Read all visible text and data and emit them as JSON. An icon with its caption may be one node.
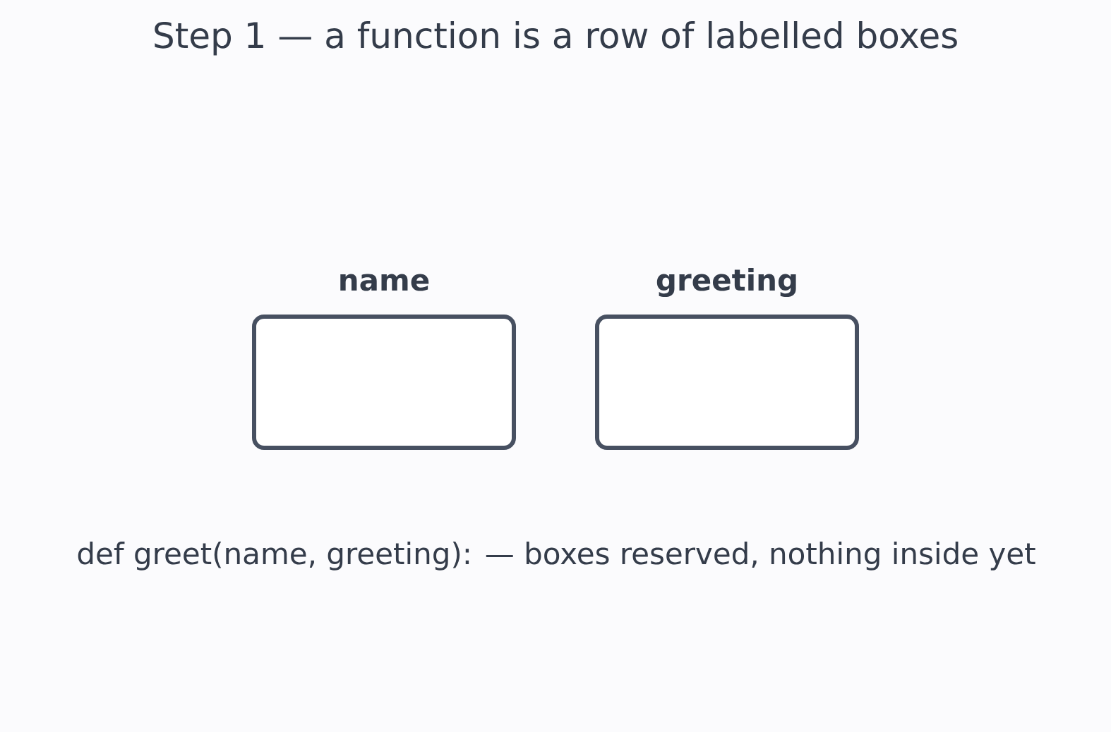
{
  "diagram": {
    "title": "Step 1 — a function is a row of labelled boxes",
    "nodes": [
      {
        "text": [
          "name"
        ]
      },
      {
        "text": [
          "greeting"
        ]
      }
    ],
    "labels": [
      "def greet(name, greeting): — boxes reserved, nothing inside yet"
    ]
  }
}
